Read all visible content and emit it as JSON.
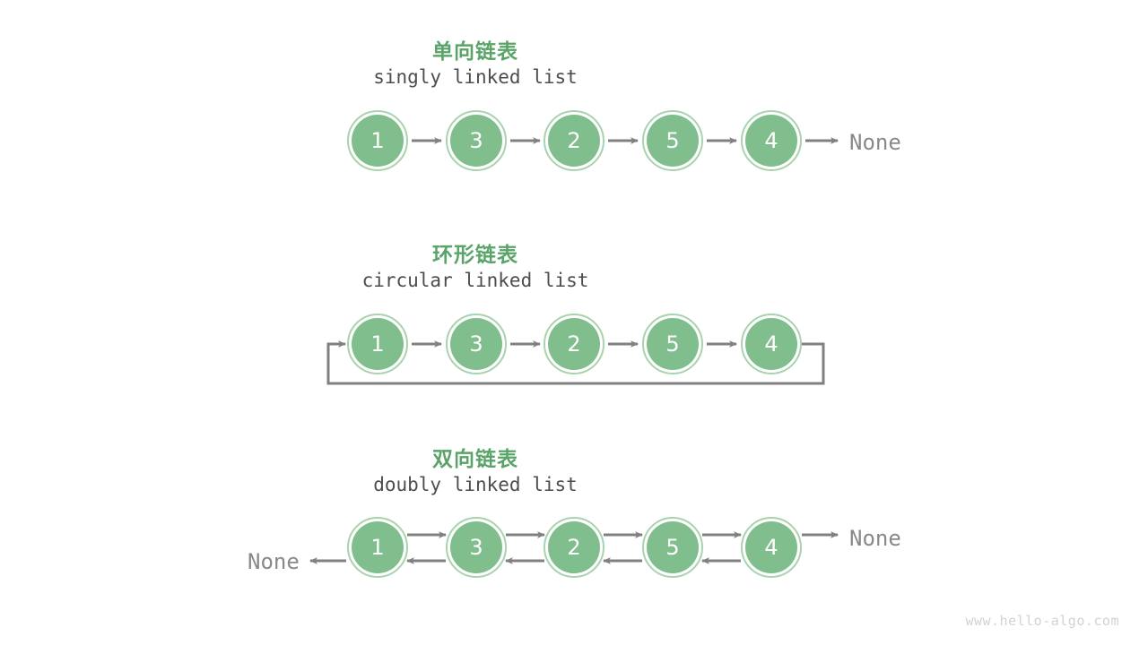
{
  "page": {
    "background": "#ffffff",
    "watermark": "www.hello-algo.com",
    "accent_green": "#5aa469",
    "node_fill": "#81be8d",
    "node_ring": "#a8d3ae",
    "arrow_gray": "#808080",
    "none_gray": "#898989",
    "subtitle_gray": "#4d4d4d"
  },
  "sections": [
    {
      "id": "singly",
      "title": "单向链表",
      "subtitle": "singly linked list",
      "nodes": [
        {
          "value": "1"
        },
        {
          "value": "3"
        },
        {
          "value": "2"
        },
        {
          "value": "5"
        },
        {
          "value": "4"
        }
      ],
      "tail_label": "None",
      "head_label": null
    },
    {
      "id": "circular",
      "title": "环形链表",
      "subtitle": "circular linked list",
      "nodes": [
        {
          "value": "1"
        },
        {
          "value": "3"
        },
        {
          "value": "2"
        },
        {
          "value": "5"
        },
        {
          "value": "4"
        }
      ],
      "tail_label": null,
      "head_label": null
    },
    {
      "id": "doubly",
      "title": "双向链表",
      "subtitle": "doubly linked list",
      "nodes": [
        {
          "value": "1"
        },
        {
          "value": "3"
        },
        {
          "value": "2"
        },
        {
          "value": "5"
        },
        {
          "value": "4"
        }
      ],
      "tail_label": "None",
      "head_label": "None"
    }
  ]
}
